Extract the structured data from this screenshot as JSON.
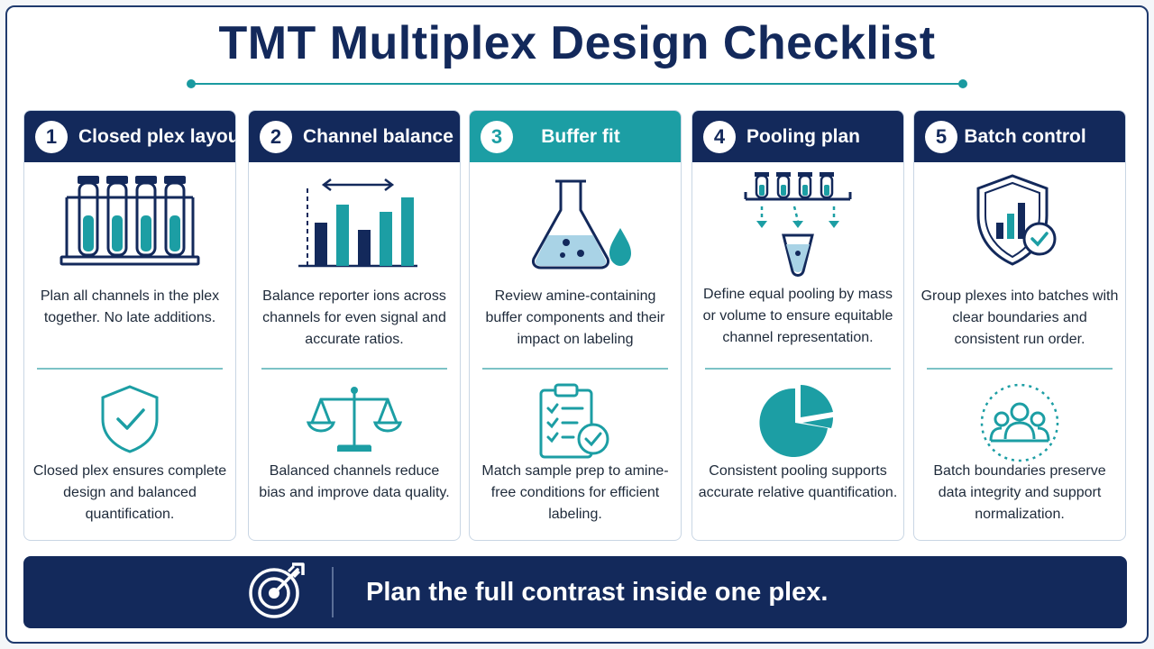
{
  "title": "TMT Multiplex Design Checklist",
  "cards": [
    {
      "number": "1",
      "title": "Closed plex layout",
      "text_top": "Plan all channels in the plex together. No late additions.",
      "text_bottom": "Closed plex ensures complete design and balanced quantification.",
      "icon_top": "test-tube-rack-icon",
      "icon_bottom": "shield-check-icon"
    },
    {
      "number": "2",
      "title": "Channel balance",
      "text_top": "Balance reporter ions across channels for even signal and accurate ratios.",
      "text_bottom": "Balanced channels reduce bias and improve data quality.",
      "icon_top": "bar-chart-icon",
      "icon_bottom": "balance-scale-icon"
    },
    {
      "number": "3",
      "title": "Buffer fit",
      "text_top": "Review amine-containing buffer components and their impact on labeling",
      "text_bottom": "Match sample prep to amine-free conditions for efficient labeling.",
      "icon_top": "flask-drop-icon",
      "icon_bottom": "clipboard-check-icon"
    },
    {
      "number": "4",
      "title": "Pooling plan",
      "text_top": "Define equal pooling by mass or volume to ensure equitable channel representation.",
      "text_bottom": "Consistent pooling supports accurate relative quantification.",
      "icon_top": "pooling-tubes-icon",
      "icon_bottom": "pie-chart-icon"
    },
    {
      "number": "5",
      "title": "Batch control",
      "text_top": "Group plexes into batches with clear boundaries and consistent run order.",
      "text_bottom": "Batch boundaries preserve data integrity and support normalization.",
      "icon_top": "shield-chart-check-icon",
      "icon_bottom": "group-people-icon"
    }
  ],
  "banner": {
    "text": "Plan the full contrast inside one plex.",
    "icon": "target-arrow-icon"
  },
  "colors": {
    "navy": "#13295b",
    "teal": "#1c9ea4",
    "light_teal": "#7cc3c6"
  }
}
